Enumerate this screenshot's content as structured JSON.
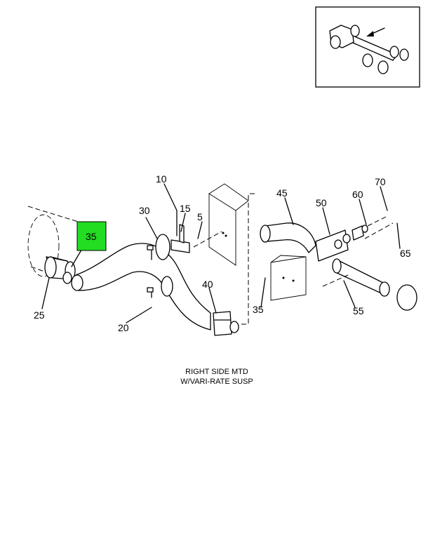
{
  "caption": {
    "line1": "RIGHT SIDE MTD",
    "line2": "W/VARI-RATE SUSP"
  },
  "callouts": {
    "c10": "10",
    "c15": "15",
    "c5": "5",
    "c30": "30",
    "c35_highlighted": "35",
    "c25": "25",
    "c20": "20",
    "c40": "40",
    "c35": "35",
    "c45": "45",
    "c50": "50",
    "c60": "60",
    "c70": "70",
    "c65": "65",
    "c55": "55"
  },
  "colors": {
    "highlight": "#22dd22",
    "line": "#000000",
    "background": "#ffffff"
  }
}
